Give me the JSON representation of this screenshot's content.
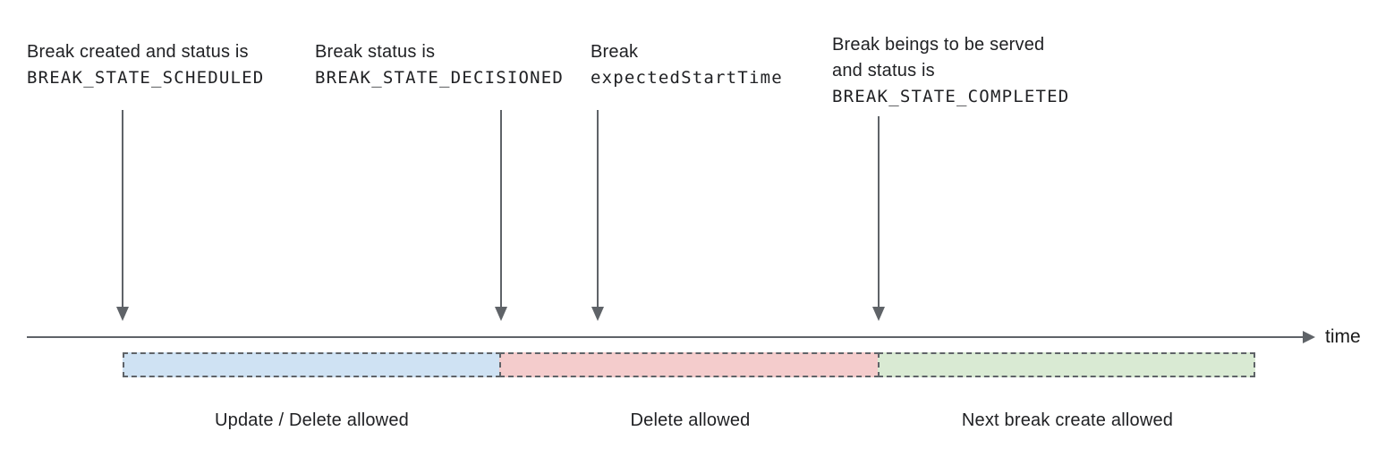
{
  "annotations": [
    {
      "line1": "Break created and status is",
      "code": "BREAK_STATE_SCHEDULED"
    },
    {
      "line1": "Break status is",
      "code": "BREAK_STATE_DECISIONED"
    },
    {
      "line1": "Break",
      "code": "expectedStartTime"
    },
    {
      "line1": "Break beings to be served",
      "line2": "and status is",
      "code": "BREAK_STATE_COMPLETED"
    }
  ],
  "timeline": {
    "axis_label": "time"
  },
  "segments": [
    {
      "label": "Update / Delete allowed",
      "color": "#cfe2f3"
    },
    {
      "label": "Delete allowed",
      "color": "#f4cccc"
    },
    {
      "label": "Next break create allowed",
      "color": "#d9ead3"
    }
  ],
  "colors": {
    "arrow": "#5f6368",
    "segment_border": "#5f6368",
    "text": "#202124"
  }
}
